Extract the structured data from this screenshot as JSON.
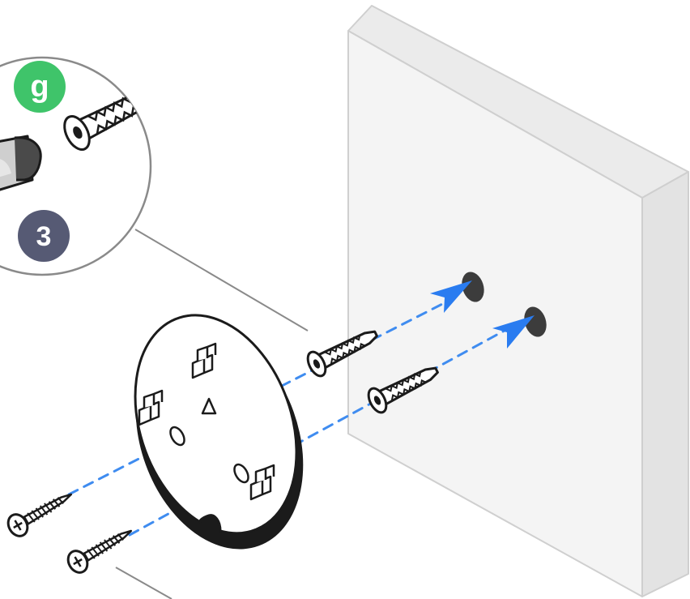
{
  "figure": {
    "type": "wall-mount-installation-diagram",
    "colors": {
      "background": "#ffffff",
      "wall_face": "#f4f4f4",
      "wall_top": "#ebebeb",
      "wall_side": "#e3e3e3",
      "wall_edge": "#cfcfcf",
      "outline": "#1b1b1b",
      "guide_line": "#3f8cf0",
      "arrow": "#2a7cf0",
      "leader_line": "#8a8a8a",
      "hole": "#3c3c3c"
    },
    "callout": {
      "badges": [
        {
          "label": "g",
          "color": "#3fc46a"
        },
        {
          "label": "3",
          "color": "#565a74"
        }
      ],
      "icons": [
        "wall-anchor-icon",
        "drill-bit-icon"
      ]
    },
    "parts": [
      "wall",
      "wall-hole",
      "wall-anchor",
      "mounting-plate",
      "screw"
    ]
  }
}
